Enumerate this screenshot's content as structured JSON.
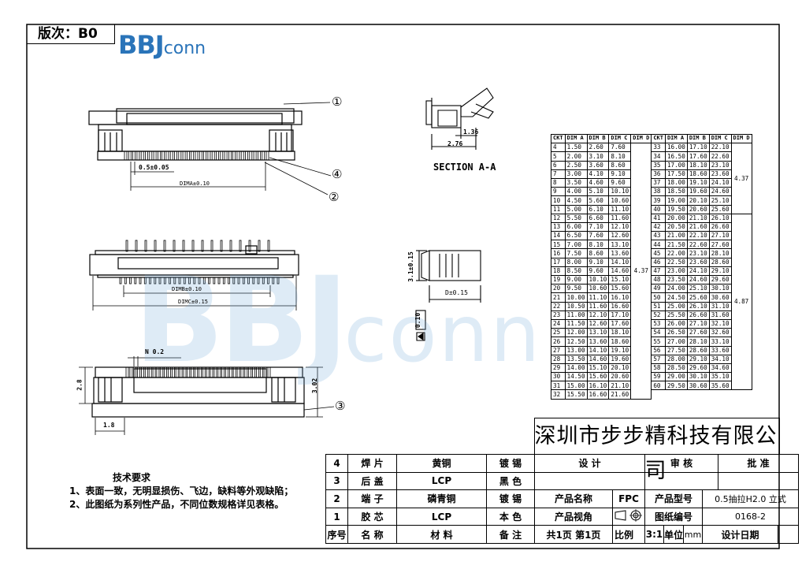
{
  "version_label": "版次：B0",
  "logo": {
    "main": "BBJ",
    "sub": "conn"
  },
  "watermark": {
    "main": "BBJ",
    "sub": "conn"
  },
  "section_label": "SECTION A-A",
  "callouts": [
    "①",
    "④",
    "②",
    "③"
  ],
  "dims": {
    "pitch": "0.5±0.05",
    "dima": "DIMA±0.10",
    "dimb": "DIMB±0.10",
    "dimc": "DIMC±0.15",
    "n02": "N 0.2",
    "h28": "2.8",
    "h302": "3.02",
    "w18": "1.8",
    "s136": "1.36",
    "s276": "2.76",
    "h31": "3.1±0.15",
    "d": "D±0.15",
    "t010": "0.10"
  },
  "table": {
    "headers": [
      "CKT",
      "DIM A",
      "DIM B",
      "DIM C",
      "DIM D"
    ],
    "left": [
      [
        "4",
        "1.50",
        "2.60",
        "7.60"
      ],
      [
        "5",
        "2.00",
        "3.10",
        "8.10"
      ],
      [
        "6",
        "2.50",
        "3.60",
        "8.60"
      ],
      [
        "7",
        "3.00",
        "4.10",
        "9.10"
      ],
      [
        "8",
        "3.50",
        "4.60",
        "9.60"
      ],
      [
        "9",
        "4.00",
        "5.10",
        "10.10"
      ],
      [
        "10",
        "4.50",
        "5.60",
        "10.60"
      ],
      [
        "11",
        "5.00",
        "6.10",
        "11.10"
      ],
      [
        "12",
        "5.50",
        "6.60",
        "11.60"
      ],
      [
        "13",
        "6.00",
        "7.10",
        "12.10"
      ],
      [
        "14",
        "6.50",
        "7.60",
        "12.60"
      ],
      [
        "15",
        "7.00",
        "8.10",
        "13.10"
      ],
      [
        "16",
        "7.50",
        "8.60",
        "13.60"
      ],
      [
        "17",
        "8.00",
        "9.10",
        "14.10"
      ],
      [
        "18",
        "8.50",
        "9.60",
        "14.60"
      ],
      [
        "19",
        "9.00",
        "10.10",
        "15.10"
      ],
      [
        "20",
        "9.50",
        "10.60",
        "15.60"
      ],
      [
        "21",
        "10.00",
        "11.10",
        "16.10"
      ],
      [
        "22",
        "10.50",
        "11.60",
        "16.60"
      ],
      [
        "23",
        "11.00",
        "12.10",
        "17.10"
      ],
      [
        "24",
        "11.50",
        "12.60",
        "17.60"
      ],
      [
        "25",
        "12.00",
        "13.10",
        "18.10"
      ],
      [
        "26",
        "12.50",
        "13.60",
        "18.60"
      ],
      [
        "27",
        "13.00",
        "14.10",
        "19.10"
      ],
      [
        "28",
        "13.50",
        "14.60",
        "19.60"
      ],
      [
        "29",
        "14.00",
        "15.10",
        "20.10"
      ],
      [
        "30",
        "14.50",
        "15.60",
        "20.60"
      ],
      [
        "31",
        "15.00",
        "16.10",
        "21.10"
      ],
      [
        "32",
        "15.50",
        "16.60",
        "21.60"
      ]
    ],
    "left_d": "4.37",
    "right": [
      [
        "33",
        "16.00",
        "17.10",
        "22.10"
      ],
      [
        "34",
        "16.50",
        "17.60",
        "22.60"
      ],
      [
        "35",
        "17.00",
        "18.10",
        "23.10"
      ],
      [
        "36",
        "17.50",
        "18.60",
        "23.60"
      ],
      [
        "37",
        "18.00",
        "19.10",
        "24.10"
      ],
      [
        "38",
        "18.50",
        "19.60",
        "24.60"
      ],
      [
        "39",
        "19.00",
        "20.10",
        "25.10"
      ],
      [
        "40",
        "19.50",
        "20.60",
        "25.60"
      ],
      [
        "41",
        "20.00",
        "21.10",
        "26.10"
      ],
      [
        "42",
        "20.50",
        "21.60",
        "26.60"
      ],
      [
        "43",
        "21.00",
        "22.10",
        "27.10"
      ],
      [
        "44",
        "21.50",
        "22.60",
        "27.60"
      ],
      [
        "45",
        "22.00",
        "23.10",
        "28.10"
      ],
      [
        "46",
        "22.50",
        "23.60",
        "28.60"
      ],
      [
        "47",
        "23.00",
        "24.10",
        "29.10"
      ],
      [
        "48",
        "23.50",
        "24.60",
        "29.60"
      ],
      [
        "49",
        "24.00",
        "25.10",
        "30.10"
      ],
      [
        "50",
        "24.50",
        "25.60",
        "30.60"
      ],
      [
        "51",
        "25.00",
        "26.10",
        "31.10"
      ],
      [
        "52",
        "25.50",
        "26.60",
        "31.60"
      ],
      [
        "53",
        "26.00",
        "27.10",
        "32.10"
      ],
      [
        "54",
        "26.50",
        "27.60",
        "32.60"
      ],
      [
        "55",
        "27.00",
        "28.10",
        "33.10"
      ],
      [
        "56",
        "27.50",
        "28.60",
        "33.60"
      ],
      [
        "57",
        "28.00",
        "29.10",
        "34.10"
      ],
      [
        "58",
        "28.50",
        "29.60",
        "34.60"
      ],
      [
        "59",
        "29.00",
        "30.10",
        "35.10"
      ],
      [
        "60",
        "29.50",
        "30.60",
        "35.60"
      ]
    ],
    "right_d_top": "4.37",
    "right_d_bottom": "4.87"
  },
  "notes": {
    "heading": "技术要求",
    "lines": [
      "1、表面一致，无明显损伤、飞边，缺料等外观缺陷；",
      "2、此图纸为系列性产品，不同位数规格详见表格。"
    ]
  },
  "company": "深圳市步步精科技有限公司",
  "title_block": {
    "rows": [
      {
        "no": "4",
        "name": "焊 片",
        "material": "黄铜",
        "finish": "镀 锡"
      },
      {
        "no": "3",
        "name": "后 盖",
        "material": "LCP",
        "finish": "黑 色"
      },
      {
        "no": "2",
        "name": "端 子",
        "material": "磷青铜",
        "finish": "镀 锡"
      },
      {
        "no": "1",
        "name": "胶 芯",
        "material": "LCP",
        "finish": "本 色"
      }
    ],
    "footer": {
      "no": "序号",
      "name": "名 称",
      "material": "材 料",
      "finish": "备 注",
      "pages": "共1页 第1页",
      "scale_label": "比例",
      "scale": "3:1",
      "unit_label": "单位",
      "unit": "mm",
      "date_label": "设计日期"
    },
    "design": "设 计",
    "review": "审 核",
    "approve": "批 准",
    "product_name_label": "产品名称",
    "product_name": "FPC",
    "product_model_label": "产品型号",
    "product_model": "0.5抽拉H2.0 立式",
    "view_label": "产品视角",
    "drawing_no_label": "图纸编号",
    "drawing_no": "0168-2"
  }
}
